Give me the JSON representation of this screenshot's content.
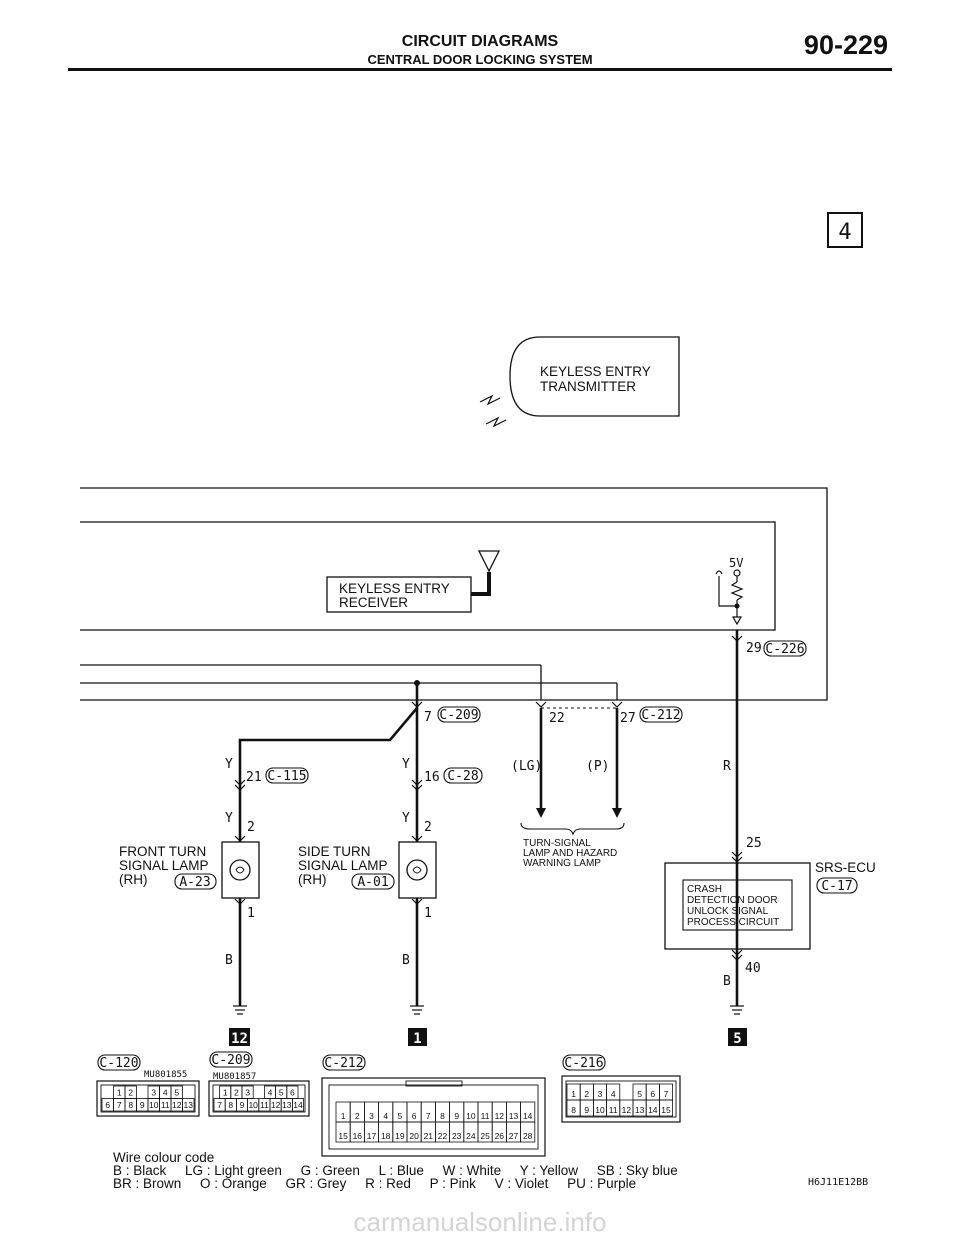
{
  "header": {
    "title": "CIRCUIT DIAGRAMS",
    "subtitle": "CENTRAL DOOR LOCKING SYSTEM",
    "page_number": "90-229"
  },
  "page_marker": "4",
  "transmitter": {
    "label_line1": "KEYLESS ENTRY",
    "label_line2": "TRANSMITTER"
  },
  "receiver": {
    "label_line1": "KEYLESS ENTRY",
    "label_line2": "RECEIVER"
  },
  "supply_voltage": "5V",
  "pins": {
    "c226_29": "29",
    "c226_ref": "C-226",
    "c209_7": "7",
    "c209_ref": "C-209",
    "c212_22": "22",
    "c212_27": "27",
    "c212_ref": "C-212",
    "c115_21": "21",
    "c115_ref": "C-115",
    "c28_16": "16",
    "c28_ref": "C-28",
    "lamp1_2": "2",
    "lamp1_1": "1",
    "lamp2_2": "2",
    "lamp2_1": "1",
    "srs_25": "25",
    "srs_40": "40"
  },
  "wires": {
    "y1a": "Y",
    "y1b": "Y",
    "y2a": "Y",
    "y2b": "Y",
    "lg": "(LG)",
    "p": "(P)",
    "r": "R",
    "b1": "B",
    "b2": "B",
    "b3": "B"
  },
  "turn_signal_note": {
    "line1": "TURN-SIGNAL",
    "line2": "LAMP AND HAZARD",
    "line3": "WARNING LAMP"
  },
  "front_lamp": {
    "line1": "FRONT TURN",
    "line2": "SIGNAL LAMP",
    "line3": "(RH)",
    "ref": "A-23"
  },
  "side_lamp": {
    "line1": "SIDE TURN",
    "line2": "SIGNAL LAMP",
    "line3": "(RH)",
    "ref": "A-01"
  },
  "srs": {
    "title": "SRS-ECU",
    "ref": "C-17",
    "circuit_line1": "CRASH",
    "circuit_line2": "DETECTION DOOR",
    "circuit_line3": "UNLOCK SIGNAL",
    "circuit_line4": "PROCESS CIRCUIT"
  },
  "ground_points": [
    "12",
    "1",
    "5"
  ],
  "connectors": {
    "c120": {
      "ref": "C-120",
      "code": "MU801855",
      "row1": [
        "1",
        "2",
        "",
        "3",
        "4",
        "5"
      ],
      "row2": [
        "6",
        "7",
        "8",
        "9",
        "10",
        "11",
        "12",
        "13"
      ]
    },
    "c209": {
      "ref": "C-209",
      "code": "MU801857",
      "row1": [
        "1",
        "2",
        "3",
        "",
        "4",
        "5",
        "6"
      ],
      "row2": [
        "7",
        "8",
        "9",
        "10",
        "11",
        "12",
        "13",
        "14"
      ]
    },
    "c212": {
      "ref": "C-212",
      "row1": [
        "1",
        "2",
        "3",
        "4",
        "5",
        "6",
        "7",
        "8",
        "9",
        "10",
        "11",
        "12",
        "13",
        "14"
      ],
      "row2": [
        "15",
        "16",
        "17",
        "18",
        "19",
        "20",
        "21",
        "22",
        "23",
        "24",
        "25",
        "26",
        "27",
        "28"
      ]
    },
    "c216": {
      "ref": "C-216",
      "row1": [
        "1",
        "2",
        "3",
        "4",
        "",
        "5",
        "6",
        "7"
      ],
      "row2": [
        "8",
        "9",
        "10",
        "11",
        "12",
        "13",
        "14",
        "15"
      ]
    }
  },
  "wire_colour_code": {
    "title": "Wire colour code",
    "line1": "B : Black     LG : Light green     G : Green     L : Blue     W : White     Y : Yellow     SB : Sky blue",
    "line2": "BR : Brown     O : Orange     GR : Grey     R : Red     P : Pink     V : Violet     PU : Purple"
  },
  "figure_code": "H6J11E12BB",
  "watermark": "carmanualsonline.info"
}
